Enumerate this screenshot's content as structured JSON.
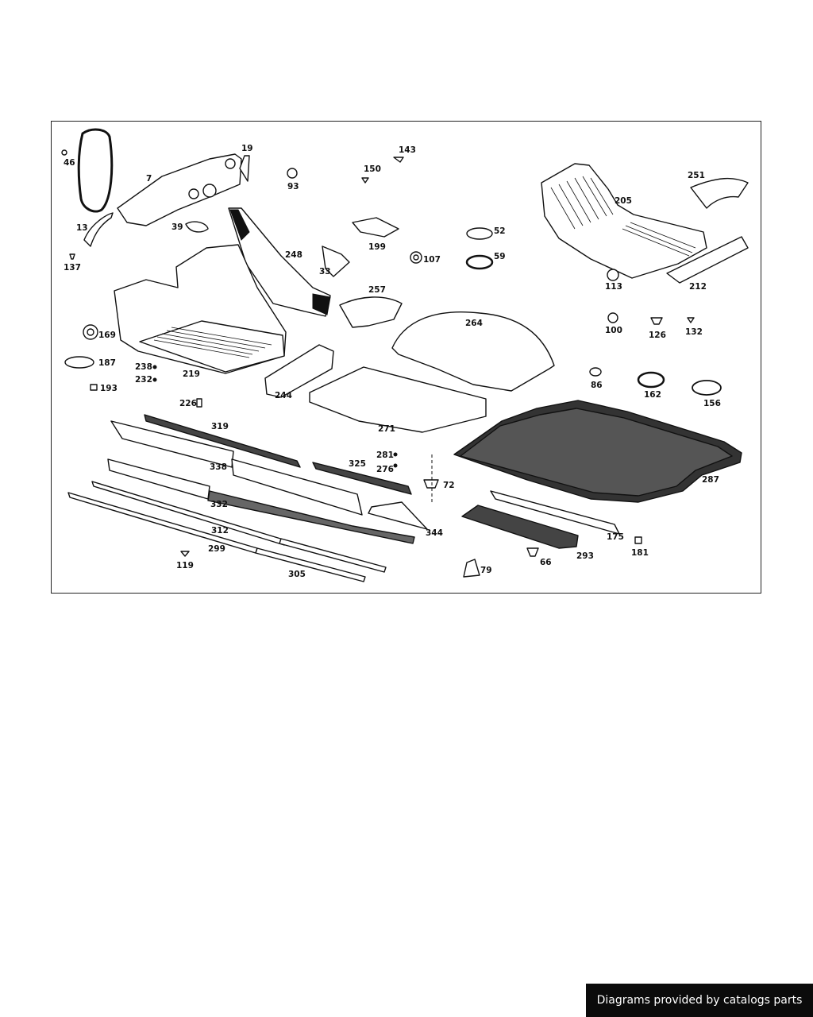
{
  "diagram": {
    "part_numbers": [
      "46",
      "7",
      "19",
      "143",
      "150",
      "93",
      "251",
      "205",
      "13",
      "39",
      "137",
      "248",
      "199",
      "52",
      "59",
      "33",
      "107",
      "113",
      "212",
      "257",
      "169",
      "264",
      "100",
      "126",
      "132",
      "187",
      "238",
      "232",
      "219",
      "193",
      "86",
      "162",
      "156",
      "244",
      "226",
      "271",
      "319",
      "325",
      "281",
      "276",
      "72",
      "338",
      "287",
      "332",
      "344",
      "312",
      "175",
      "181",
      "299",
      "293",
      "66",
      "119",
      "79",
      "305"
    ]
  },
  "footer": {
    "credit": "Diagrams provided by catalogs parts"
  }
}
